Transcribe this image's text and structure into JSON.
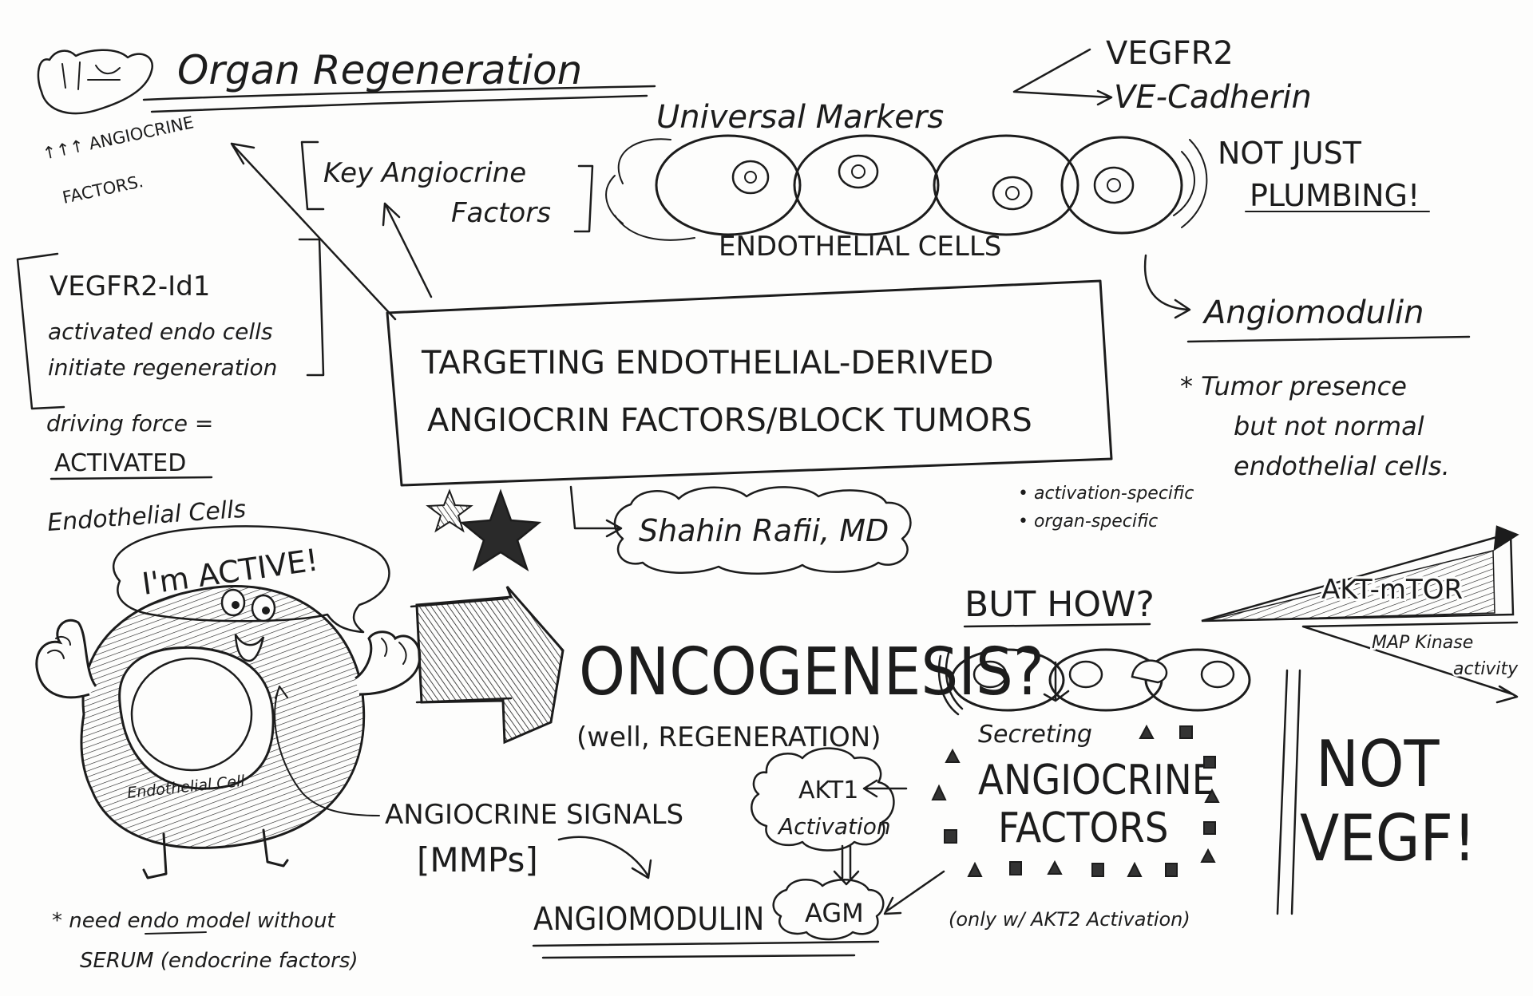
{
  "title": "Organ Regeneration",
  "title_note": [
    "↑↑↑ ANGIOCRINE",
    "FACTORS."
  ],
  "universal_markers": {
    "label": "Universal Markers",
    "items": [
      "VEGFR2",
      "VE-Cadherin"
    ]
  },
  "key_factors_box": [
    "Key Angiocrine",
    "Factors"
  ],
  "endothelial_cells_label": "ENDOTHELIAL CELLS",
  "not_just_plumbing": [
    "NOT JUST",
    "PLUMBING!"
  ],
  "vegfr2_box": [
    "VEGFR2-Id1",
    "activated endo cells",
    "initiate regeneration"
  ],
  "driving_force": [
    "driving force =",
    "ACTIVATED",
    "Endothelial Cells"
  ],
  "center_box": [
    "TARGETING ENDOTHELIAL-DERIVED",
    "ANGIOCRIN FACTORS/BLOCK TUMORS"
  ],
  "angiomodulin": {
    "label": "Angiomodulin",
    "note": [
      "* Tumor presence",
      "but not normal",
      "endothelial cells."
    ]
  },
  "specifics": [
    "• activation-specific",
    "• organ-specific"
  ],
  "speaker": "Shahin Rafii, MD",
  "active_bubble": "I'm ACTIVE!",
  "endothelial_cell_label": "Endothelial Cell",
  "oncogenesis": "ONCOGENESIS?",
  "oncogenesis_note": "(well, REGENERATION)",
  "but_how": "BUT HOW?",
  "akt_mtor": "AKT-mTOR",
  "map_kinase": [
    "MAP Kinase",
    "activity"
  ],
  "secreting": "Secreting",
  "angiocrine_factors": [
    "ANGIOCRINE",
    "FACTORS"
  ],
  "akt_cloud": [
    "AKT1",
    "Activation"
  ],
  "akt2_note": "(only w/ AKT2 Activation)",
  "not_vegf": [
    "NOT",
    "VEGF!"
  ],
  "angiocrine_signals": "ANGIOCRINE SIGNALS",
  "mmps": "[MMPs]",
  "angiomodulin_bottom": "ANGIOMODULIN",
  "agm": "AGM",
  "need_note": [
    "* need endo model without",
    "SERUM (endocrine factors)"
  ],
  "colors": {
    "ink": "#1c1c1c",
    "paper": "#fdfdfc"
  }
}
